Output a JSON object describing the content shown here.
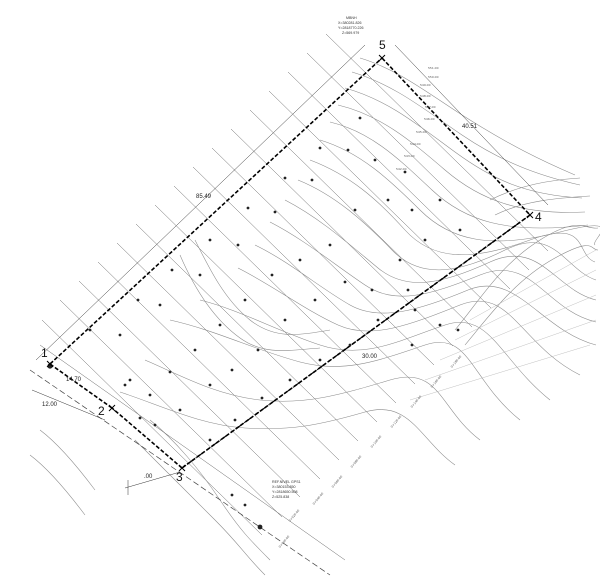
{
  "vertices": [
    {
      "label": "1"
    },
    {
      "label": "2"
    },
    {
      "label": "3"
    },
    {
      "label": "4"
    },
    {
      "label": "5"
    }
  ],
  "dimensions": {
    "edge_top": "85.49",
    "edge_right": "40.51",
    "edge_left_short": "14.70",
    "offset_left": "12.00",
    "offset_bottom": ".00",
    "inner_right": "30.00"
  },
  "monument_top": {
    "name": "MBNH",
    "x": "X=380281.826",
    "y": "Y=2818770.226",
    "z": "Z=569.979"
  },
  "benchmark_bottom": {
    "name": "REF.NIVEL GPS1",
    "x": "X=380153.850",
    "y": "Y=2818650.508",
    "z": "Z=525.838"
  },
  "station_marks": [
    "0+000.00",
    "0+020.00",
    "0+040.00",
    "0+060.00",
    "0+080.00",
    "0+100.00",
    "0+120.00",
    "0+140.00",
    "0+160.00",
    "0+180.00"
  ],
  "contour_labels": [
    "551.00",
    "550.00",
    "549.00",
    "548.00",
    "547.00",
    "546.00",
    "545.00",
    "544.00",
    "543.00",
    "542.00"
  ],
  "colors": {
    "line": "#222222",
    "light": "#9a9a9a",
    "boundary": "#000000"
  }
}
